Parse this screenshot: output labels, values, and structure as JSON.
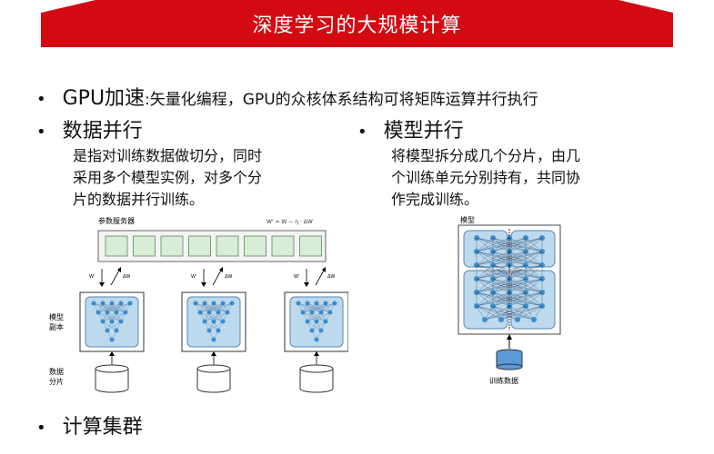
{
  "slide": {
    "title": "深度学习的大规模计算",
    "bullets": [
      {
        "head": "GPU加速",
        "sep": ":",
        "text": "矢量化编程，GPU的众核体系结构可将矩阵运算并行执行"
      },
      {
        "head": "数据并行"
      },
      {
        "head": "模型并行"
      },
      {
        "head": "计算集群"
      }
    ],
    "data_parallel_desc": [
      "是指对训练数据做切分，同时",
      "采用多个模型实例，对多个分",
      "片的数据并行训练。"
    ],
    "model_parallel_desc": [
      "将模型拆分成几个分片，由几",
      "个训练单元分别持有，共同协",
      "作完成训练。"
    ]
  },
  "diagram_left": {
    "param_server_label": "参数服务器",
    "formula": "W' = W − η · ΔW",
    "arrow_w_label": "W'",
    "arrow_dw_label": "ΔW",
    "replica_label_1": "模型",
    "replica_label_2": "副本",
    "shard_label_1": "数据",
    "shard_label_2": "分片"
  },
  "diagram_right": {
    "model_label": "模型",
    "train_data_label": "训练数据"
  },
  "colors": {
    "accent": "#d40a12",
    "box_fill": "#d8ecd7",
    "net_fill": "#bcd9ee",
    "node": "#3a8fd0"
  }
}
